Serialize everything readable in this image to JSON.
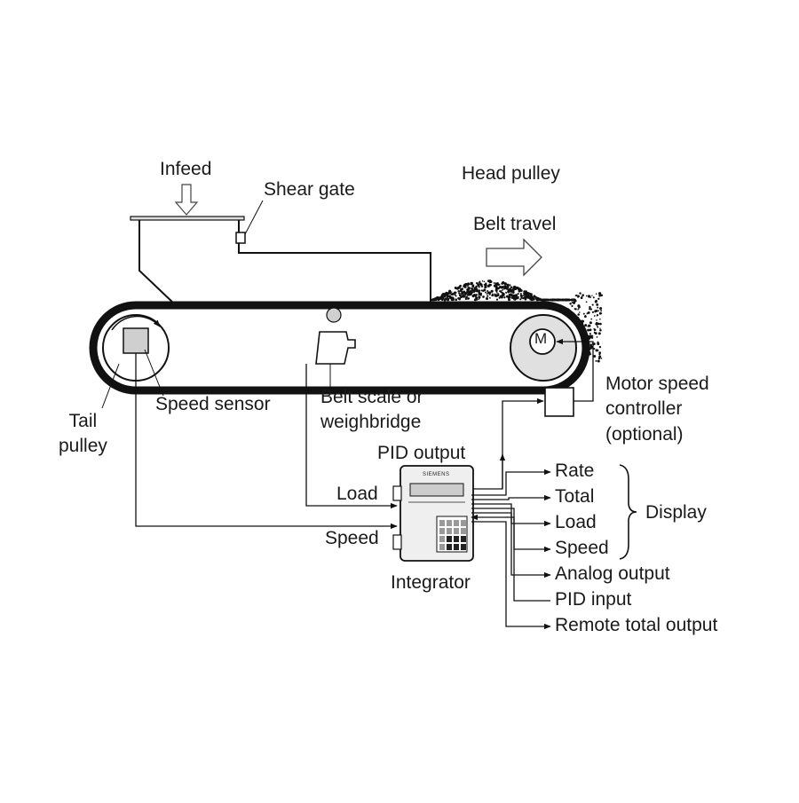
{
  "labels": {
    "infeed": "Infeed",
    "shear_gate": "Shear gate",
    "head_pulley": "Head pulley",
    "belt_travel": "Belt travel",
    "tail_pulley": "Tail\npulley",
    "speed_sensor": "Speed sensor",
    "belt_scale": "Belt scale or\nweighbridge",
    "motor_speed_controller": "Motor speed\ncontroller\n(optional)",
    "pid_output": "PID output",
    "load_in": "Load",
    "speed_in": "Speed",
    "integrator": "Integrator",
    "motor_symbol": "M",
    "brand": "SIEMENS"
  },
  "outputs": [
    "Rate",
    "Total",
    "Load",
    "Speed",
    "Analog output",
    "PID input",
    "Remote total output"
  ],
  "display_label": "Display",
  "colors": {
    "line": "#111111",
    "sensor_fill": "#cfcfcf",
    "unit_fill": "#eeeeee",
    "screen_fill": "#cccccc",
    "belt_head": "#d9d9d9"
  }
}
